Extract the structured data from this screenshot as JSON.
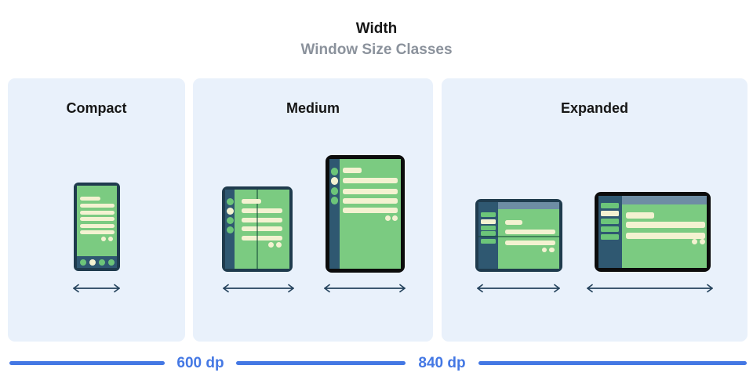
{
  "header": {
    "title": "Width",
    "subtitle": "Window Size Classes"
  },
  "panels": {
    "compact": {
      "label": "Compact"
    },
    "medium": {
      "label": "Medium"
    },
    "expanded": {
      "label": "Expanded"
    }
  },
  "scale": {
    "label_600": "600 dp",
    "label_840": "840 dp"
  },
  "colors": {
    "panel_bg": "#e9f1fb",
    "subtitle_gray": "#8b929c",
    "frame_navy": "#1f3b4d",
    "surface_navy": "#2f5871",
    "frame_black": "#0c0c0c",
    "screen_green": "#7bcb81",
    "accent_green": "#6cc579",
    "content_cream": "#f4f2d1",
    "topbar_slate": "#6e8da4",
    "arrow_navy": "#24425c",
    "scale_blue": "#4478e4",
    "title_black": "#161616"
  }
}
